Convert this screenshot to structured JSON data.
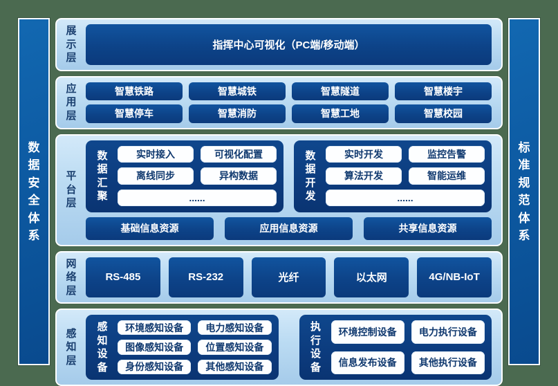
{
  "colors": {
    "background_green": "#4b6a50",
    "sidebar_blue": "#0d5aa2",
    "layer_panel_blue": "#bcdcf3",
    "dark_box_navy": "#0d4388",
    "white_box_text": "#10396f"
  },
  "left_sidebar": {
    "label": "数据安全体系"
  },
  "right_sidebar": {
    "label": "标准规范体系"
  },
  "layers": {
    "display": {
      "label": "展示层",
      "main_box": "指挥中心可视化（PC端/移动端）"
    },
    "application": {
      "label": "应用层",
      "items": [
        "智慧铁路",
        "智慧城铁",
        "智慧隧道",
        "智慧楼宇",
        "智慧停车",
        "智慧消防",
        "智慧工地",
        "智慧校园"
      ]
    },
    "platform": {
      "label": "平台层",
      "groups": [
        {
          "title": "数据汇聚",
          "items": [
            "实时接入",
            "可视化配置",
            "离线同步",
            "异构数据"
          ],
          "more": "......"
        },
        {
          "title": "数据开发",
          "items": [
            "实时开发",
            "监控告警",
            "算法开发",
            "智能运维"
          ],
          "more": "......"
        }
      ],
      "resources": [
        "基础信息资源",
        "应用信息资源",
        "共享信息资源"
      ]
    },
    "network": {
      "label": "网络层",
      "items": [
        "RS-485",
        "RS-232",
        "光纤",
        "以太网",
        "4G/NB-IoT"
      ]
    },
    "perception": {
      "label": "感知层",
      "groups": [
        {
          "title": "感知设备",
          "items": [
            "环境感知设备",
            "电力感知设备",
            "图像感知设备",
            "位置感知设备",
            "身份感知设备",
            "其他感知设备"
          ]
        },
        {
          "title": "执行设备",
          "items": [
            "环境控制设备",
            "电力执行设备",
            "信息发布设备",
            "其他执行设备"
          ]
        }
      ]
    }
  }
}
